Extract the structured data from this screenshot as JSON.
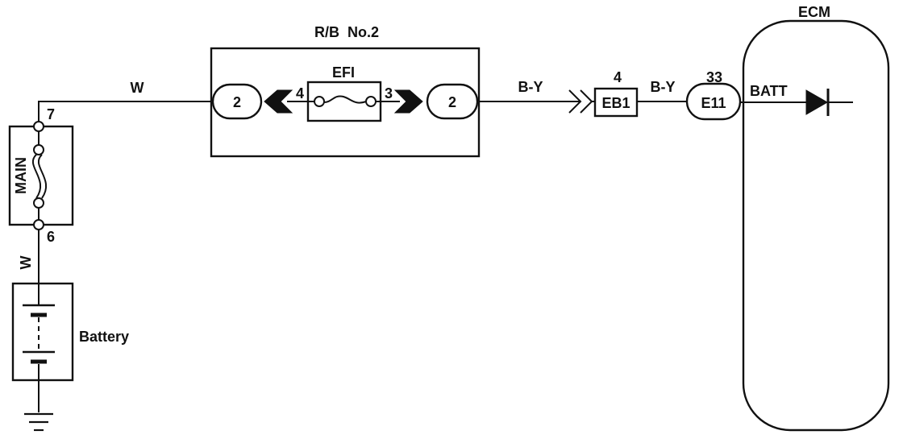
{
  "diagram": {
    "main_fuse": {
      "label": "MAIN",
      "terminal_top": "7",
      "terminal_bottom": "6"
    },
    "wire_main_to_rb": {
      "color_code": "W"
    },
    "wire_battery_to_main": {
      "color_code": "W"
    },
    "battery": {
      "label": "Battery"
    },
    "relay_block": {
      "title": "R/B  No.2",
      "left_connector": "2",
      "right_connector": "2",
      "fuse": {
        "label": "EFI",
        "pin_left": "4",
        "pin_right": "3"
      }
    },
    "wire_rb_to_eb1": {
      "color_code": "B-Y"
    },
    "connector_eb1": {
      "label": "EB1",
      "pin": "4"
    },
    "wire_eb1_to_e11": {
      "color_code": "B-Y"
    },
    "connector_e11": {
      "label": "E11",
      "pin": "33"
    },
    "ecm": {
      "label": "ECM",
      "terminal": "BATT"
    }
  }
}
